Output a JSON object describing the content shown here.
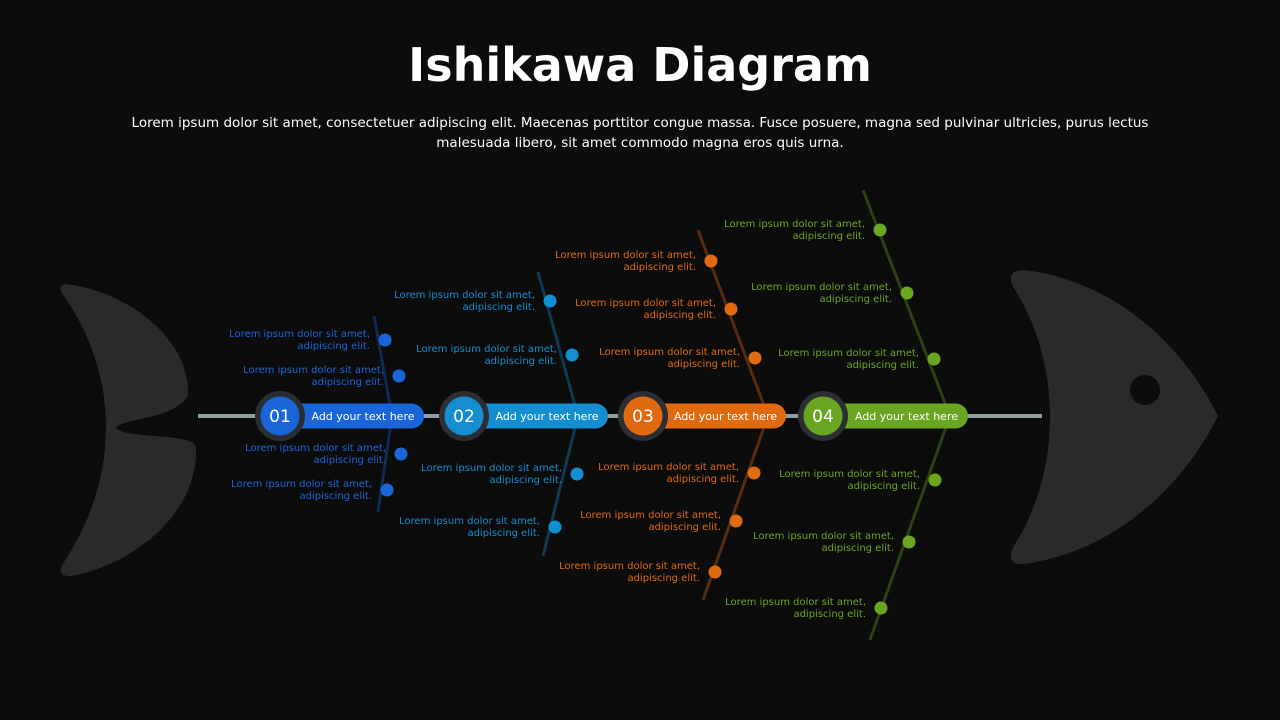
{
  "title": "Ishikawa Diagram",
  "subtitle": "Lorem ipsum dolor sit amet, consectetuer adipiscing elit. Maecenas porttitor congue massa. Fusce posuere, magna sed pulvinar ultricies, purus lectus malesuada libero, sit amet commodo magna eros quis urna.",
  "colors": {
    "background": "#0c0c0c",
    "fish_body": "#2a2a2a",
    "spine": "#8fa0a3"
  },
  "categories": [
    {
      "number": "01",
      "label": "Add your text here",
      "color": "#1a66d9",
      "top_causes": [
        [
          "Lorem ipsum dolor sit amet,",
          "adipiscing elit."
        ],
        [
          "Lorem ipsum dolor sit amet,",
          "adipiscing elit."
        ]
      ],
      "bottom_causes": [
        [
          "Lorem ipsum dolor sit amet,",
          "adipiscing elit."
        ],
        [
          "Lorem ipsum dolor sit amet,",
          "adipiscing elit."
        ]
      ]
    },
    {
      "number": "02",
      "label": "Add your text here",
      "color": "#148ed0",
      "top_causes": [
        [
          "Lorem ipsum dolor sit amet,",
          "adipiscing elit."
        ],
        [
          "Lorem ipsum dolor sit amet,",
          "adipiscing elit."
        ]
      ],
      "bottom_causes": [
        [
          "Lorem ipsum dolor sit amet,",
          "adipiscing elit."
        ],
        [
          "Lorem ipsum dolor sit amet,",
          "adipiscing elit."
        ]
      ]
    },
    {
      "number": "03",
      "label": "Add your text here",
      "color": "#e06a10",
      "top_causes": [
        [
          "Lorem ipsum dolor sit amet,",
          "adipiscing elit."
        ],
        [
          "Lorem ipsum dolor sit amet,",
          "adipiscing elit."
        ],
        [
          "Lorem ipsum dolor sit amet,",
          "adipiscing elit."
        ]
      ],
      "bottom_causes": [
        [
          "Lorem ipsum dolor sit amet,",
          "adipiscing elit."
        ],
        [
          "Lorem ipsum dolor sit amet,",
          "adipiscing elit."
        ],
        [
          "Lorem ipsum dolor sit amet,",
          "adipiscing elit."
        ]
      ]
    },
    {
      "number": "04",
      "label": "Add your text here",
      "color": "#6aa621",
      "top_causes": [
        [
          "Lorem ipsum dolor sit amet,",
          "adipiscing elit."
        ],
        [
          "Lorem ipsum dolor sit amet,",
          "adipiscing elit."
        ],
        [
          "Lorem ipsum dolor sit amet,",
          "adipiscing elit."
        ]
      ],
      "bottom_causes": [
        [
          "Lorem ipsum dolor sit amet,",
          "adipiscing elit."
        ],
        [
          "Lorem ipsum dolor sit amet,",
          "adipiscing elit."
        ],
        [
          "Lorem ipsum dolor sit amet,",
          "adipiscing elit."
        ]
      ]
    }
  ]
}
